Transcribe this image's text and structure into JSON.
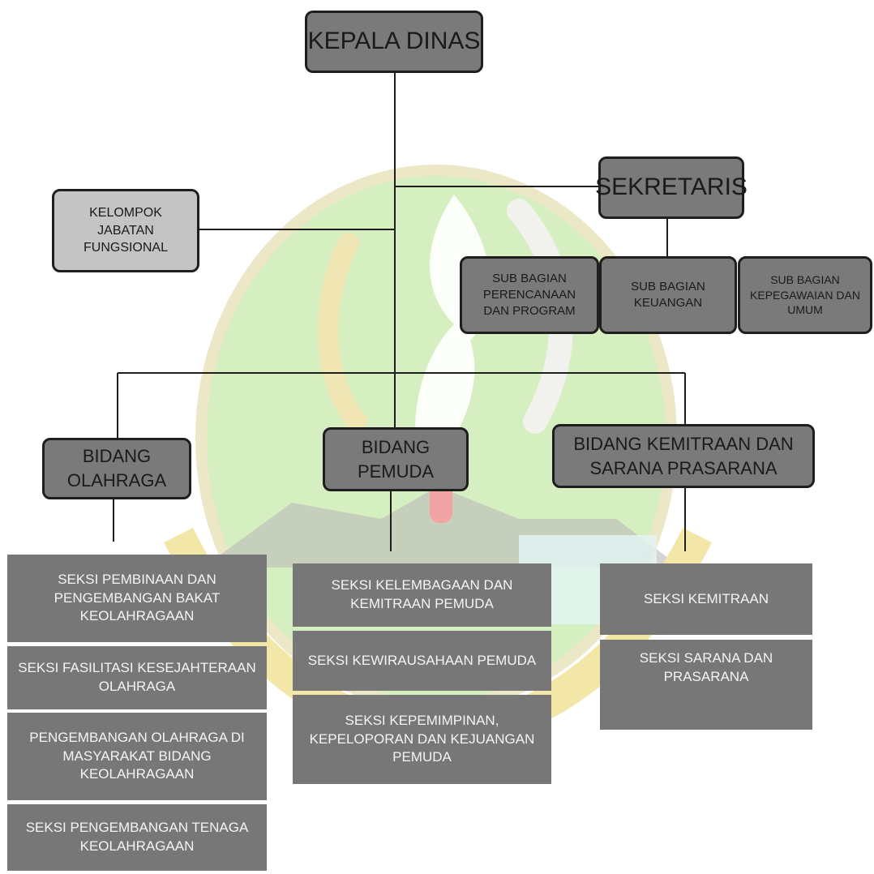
{
  "colors": {
    "box_dark": "#7a7a7a",
    "box_light": "#c4c4c4",
    "seksi_fill": "#777777",
    "seksi_text": "#f4f4f4",
    "line": "#1e1e1e",
    "logo_green": "#cde9b5",
    "logo_gold": "#f3e3a4"
  },
  "watermark": {
    "icon": "regional-emblem-logo"
  },
  "nodes": {
    "kepala_dinas": [
      "KEPALA DINAS"
    ],
    "sekretaris": [
      "SEKRETARIS"
    ],
    "kelompok": [
      "KELOMPOK",
      "JABATAN",
      "FUNGSIONAL"
    ],
    "sub_perencanaan": [
      "SUB BAGIAN",
      "PERENCANAAN",
      "DAN PROGRAM"
    ],
    "sub_keuangan": [
      "SUB BAGIAN",
      "KEUANGAN"
    ],
    "sub_kepegawaian": [
      "SUB BAGIAN",
      "KEPEGAWAIAN DAN",
      "UMUM"
    ],
    "bidang_olahraga": [
      "BIDANG",
      "OLAHRAGA"
    ],
    "bidang_pemuda": [
      "BIDANG",
      "PEMUDA"
    ],
    "bidang_kemitraan": [
      "BIDANG KEMITRAAN DAN",
      "SARANA PRASARANA"
    ],
    "seksi_olahraga": [
      [
        "SEKSI PEMBINAAN DAN",
        "PENGEMBANGAN  BAKAT",
        "KEOLAHRAGAAN"
      ],
      [
        "SEKSI FASILITASI KESEJAHTERAAN",
        "OLAHRAGA"
      ],
      [
        "PENGEMBANGAN OLAHRAGA DI",
        "MASYARAKAT BIDANG",
        "KEOLAHRAGAAN"
      ],
      [
        "SEKSI PENGEMBANGAN TENAGA",
        "KEOLAHRAGAAN"
      ]
    ],
    "seksi_pemuda": [
      [
        "SEKSI KELEMBAGAAN DAN",
        "KEMITRAAN PEMUDA"
      ],
      [
        "SEKSI KEWIRAUSAHAAN PEMUDA"
      ],
      [
        "SEKSI KEPEMIMPINAN,",
        "KEPELOPORAN DAN KEJUANGAN",
        "PEMUDA"
      ]
    ],
    "seksi_kemitraan": [
      [
        "SEKSI KEMITRAAN"
      ],
      [
        "SEKSI SARANA DAN",
        "PRASARANA"
      ]
    ]
  }
}
